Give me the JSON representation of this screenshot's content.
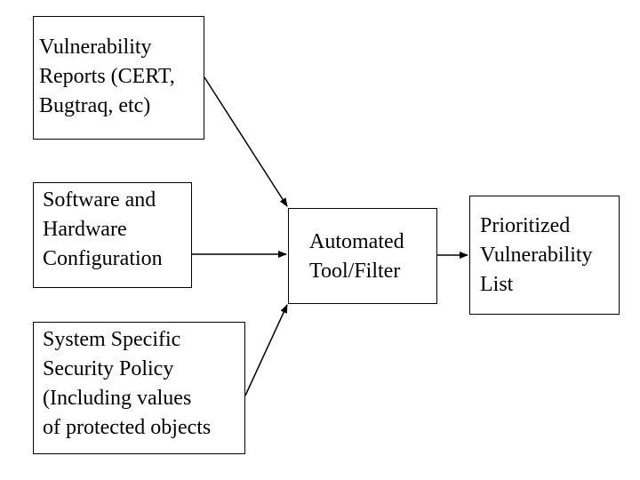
{
  "diagram": {
    "boxes": {
      "reports": {
        "lines": [
          "Vulnerability",
          "Reports (CERT,",
          "Bugtraq, etc)"
        ]
      },
      "config": {
        "lines": [
          "Software and",
          "Hardware",
          "Configuration"
        ]
      },
      "policy": {
        "lines": [
          "System Specific",
          "Security Policy",
          "(Including values",
          "of protected objects"
        ]
      },
      "tool": {
        "lines": [
          "Automated",
          "Tool/Filter"
        ]
      },
      "output": {
        "lines": [
          "Prioritized",
          "Vulnerability",
          "List"
        ]
      }
    },
    "colors": {
      "line": "#000000",
      "background": "#ffffff",
      "text": "#000000"
    }
  }
}
